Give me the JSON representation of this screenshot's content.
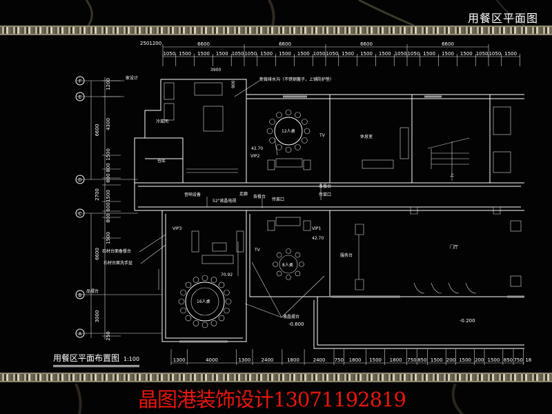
{
  "header": {
    "title": "用餐区平面图"
  },
  "colors": {
    "background": "#030303",
    "lines": "#ffffff",
    "watermark": "#e8170e",
    "border": "#b9b29a"
  },
  "dimensions": {
    "top_row1_lead": [
      "250",
      "1200"
    ],
    "top_row1": [
      "6600",
      "6600",
      "6600",
      "6600"
    ],
    "top_row2": [
      "1050",
      "1500",
      "1500",
      "1500",
      "1050",
      "1050",
      "1500",
      "1500",
      "1500",
      "1050",
      "1050",
      "1500",
      "1500",
      "1500",
      "1050",
      "1050",
      "1500",
      "1500",
      "1500",
      "1050",
      "1050",
      "1500"
    ],
    "top_detail": "3900",
    "detail_900": "900",
    "bottom": [
      "1300",
      "4000",
      "1300",
      "2400",
      "1800",
      "2400",
      "750",
      "1800",
      "1500",
      "1800",
      "750",
      "850",
      "1500",
      "200",
      "1500",
      "200",
      "1500",
      "850",
      "750",
      "18"
    ],
    "left_outer": [
      "6600",
      "6600",
      "3000"
    ],
    "left_inner": [
      "1200",
      "4300",
      "1500",
      "800",
      "600",
      "2700",
      "1500",
      "600",
      "800",
      "1500",
      "250"
    ]
  },
  "axes": [
    "F",
    "E",
    "D",
    "C",
    "B",
    "A"
  ],
  "rooms": {
    "cold_kitchen": "冷菜间",
    "storage": "仓库",
    "vip2": "VIP2",
    "vip2_area": "42.70",
    "table12": "12人桌",
    "tv1": "TV",
    "lounge": "休息室",
    "stair_up": "上",
    "audio": "音响设备",
    "corridor": "走廊",
    "lcd_tv": "52\"液晶电视",
    "sideboard1": "各餐台",
    "serving_hatch1": "传菜口",
    "sideboard2": "各餐台",
    "serving_hatch2": "传菜口",
    "vip3": "VIP3",
    "vip3_area": "70.92",
    "table16": "16人桌",
    "vip1": "VIP1",
    "vip1_area": "42.70",
    "tv2": "TV",
    "table8": "8人桌",
    "service_desk": "服务台",
    "lobby": "门厅",
    "lcd_stand": "液晶摆台",
    "lcd_stand_left": "品摆台",
    "level1": "-0.600",
    "level2": "-0.200",
    "stone_sideboard": "石材台面备餐台",
    "stone_basin": "石材台面洗手盆",
    "drain_note": "新做排水沟（不锈钢篦子，上铺防护垫）",
    "top_left_note": "家设计"
  },
  "caption": {
    "title": "用餐区平面布置图",
    "scale": "1:100"
  },
  "watermark": "晶图港装饰设计13071192819"
}
